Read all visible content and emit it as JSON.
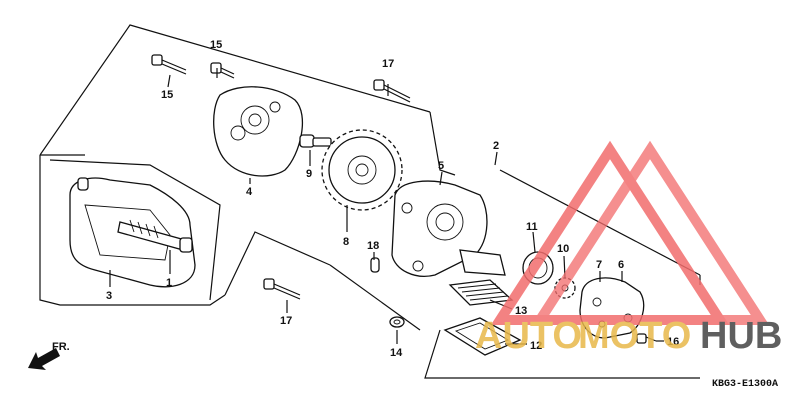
{
  "diagram": {
    "callouts": {
      "p1": "1",
      "p2": "2",
      "p3": "3",
      "p4": "4",
      "p5": "5",
      "p6": "6",
      "p7": "7",
      "p8": "8",
      "p9": "9",
      "p10": "10",
      "p11": "11",
      "p12": "12",
      "p13": "13",
      "p14": "14",
      "p15a": "15",
      "p15b": "15",
      "p16": "16",
      "p17a": "17",
      "p17b": "17",
      "p18": "18"
    },
    "direction_label": "FR.",
    "figure_code": "KBG3-E1300A"
  },
  "watermark": {
    "text_auto": "AUTO",
    "text_moto": "MOTO",
    "text_hub": "HUB",
    "colors": {
      "triangle": "#f26d6d",
      "gold": "#e8b84a",
      "grey": "#444444"
    }
  }
}
